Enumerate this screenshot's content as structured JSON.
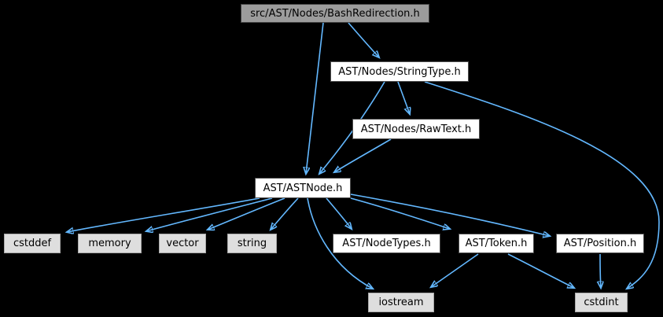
{
  "diagram": {
    "kind": "include-dependency-graph",
    "root_file": "src/AST/Nodes/BashRedirection.h"
  },
  "colors": {
    "background": "#000000",
    "edge": "#63b8ff",
    "current_node_fill": "#9c9c9c",
    "project_node_fill": "#ffffff",
    "system_node_fill": "#dedede",
    "node_text": "#000000"
  },
  "nodes": {
    "bash": {
      "label": "src/AST/Nodes/BashRedirection.h",
      "kind": "current"
    },
    "stringtype": {
      "label": "AST/Nodes/StringType.h",
      "kind": "project"
    },
    "rawtext": {
      "label": "AST/Nodes/RawText.h",
      "kind": "project"
    },
    "astnode": {
      "label": "AST/ASTNode.h",
      "kind": "project"
    },
    "cstddef": {
      "label": "cstddef",
      "kind": "system"
    },
    "memory": {
      "label": "memory",
      "kind": "system"
    },
    "vector": {
      "label": "vector",
      "kind": "system"
    },
    "string": {
      "label": "string",
      "kind": "system"
    },
    "nodetypes": {
      "label": "AST/NodeTypes.h",
      "kind": "project"
    },
    "token": {
      "label": "AST/Token.h",
      "kind": "project"
    },
    "position": {
      "label": "AST/Position.h",
      "kind": "project"
    },
    "iostream": {
      "label": "iostream",
      "kind": "system"
    },
    "cstdint": {
      "label": "cstdint",
      "kind": "system"
    }
  },
  "edges": [
    {
      "from": "bash",
      "to": "stringtype"
    },
    {
      "from": "bash",
      "to": "astnode"
    },
    {
      "from": "stringtype",
      "to": "rawtext"
    },
    {
      "from": "stringtype",
      "to": "astnode"
    },
    {
      "from": "stringtype",
      "to": "cstdint"
    },
    {
      "from": "rawtext",
      "to": "astnode"
    },
    {
      "from": "astnode",
      "to": "cstddef"
    },
    {
      "from": "astnode",
      "to": "memory"
    },
    {
      "from": "astnode",
      "to": "vector"
    },
    {
      "from": "astnode",
      "to": "string"
    },
    {
      "from": "astnode",
      "to": "iostream"
    },
    {
      "from": "astnode",
      "to": "nodetypes"
    },
    {
      "from": "astnode",
      "to": "token"
    },
    {
      "from": "astnode",
      "to": "position"
    },
    {
      "from": "token",
      "to": "iostream"
    },
    {
      "from": "token",
      "to": "cstdint"
    },
    {
      "from": "position",
      "to": "cstdint"
    }
  ]
}
